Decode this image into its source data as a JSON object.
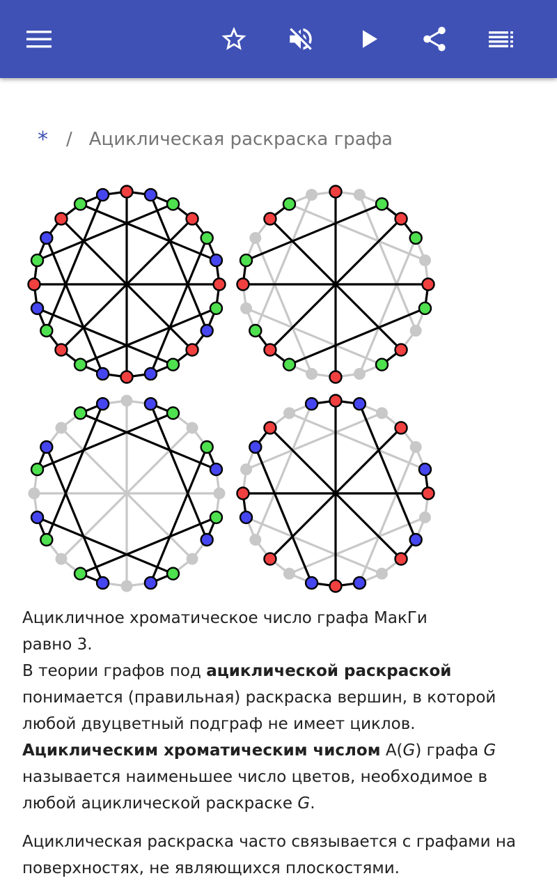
{
  "toolbar": {
    "background": "#3f51b5",
    "menu_icon": "hamburger-menu-icon",
    "favorite_icon": "star-outline-icon",
    "mute_icon": "volume-off-icon",
    "play_icon": "play-icon",
    "share_icon": "share-icon",
    "contents_icon": "table-of-contents-icon"
  },
  "breadcrumb": {
    "home": "*",
    "separator": "/",
    "current": "Ациклическая раскраска графа"
  },
  "figure": {
    "vertex_colors": {
      "red": "#f04040",
      "green": "#4ee04e",
      "blue": "#4646f0",
      "inactive": "#c8c8c8"
    },
    "edge_colors": {
      "active": "#000000",
      "inactive": "#c8c8c8"
    }
  },
  "caption": {
    "line1": "Ацикличное хроматическое число графа МакГи",
    "line2": "равно 3."
  },
  "body": {
    "p1_t1": "В теории графов под ",
    "p1_b1": "ациклической раскраской",
    "p1_t2": " понимается (правильная) раскраска вершин, в которой любой двуцветный подграф не имеет циклов. ",
    "p1_b2": "Ациклическим хроматическим числом",
    "p1_t3": " A(",
    "p1_i1": "G",
    "p1_t4": ") графа ",
    "p1_i2": "G",
    "p1_t5": " называется наименьшее число цветов, необходимое в любой ациклической раскраске ",
    "p1_i3": "G",
    "p1_t6": ".",
    "p2": "Ациклическая раскраска часто связывается с графами на поверхностях, не являющихся плоскостями."
  }
}
